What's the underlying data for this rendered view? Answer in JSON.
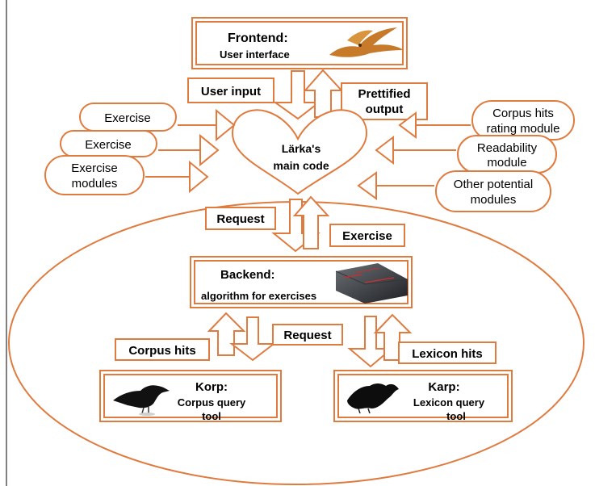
{
  "frontend": {
    "title": "Frontend:",
    "subtitle": "User interface"
  },
  "main": {
    "line1": "Lärka's",
    "line2": "main code"
  },
  "labels": {
    "user_input": "User input",
    "prettified_line1": "Prettified",
    "prettified_line2": "output",
    "request_top": "Request",
    "exercise_return": "Exercise",
    "request_bottom": "Request",
    "corpus_hits": "Corpus hits",
    "lexicon_hits": "Lexicon hits"
  },
  "left_modules": {
    "exercise_1": "Exercise",
    "exercise_2": "Exercise",
    "exercise_modules_line1": "Exercise",
    "exercise_modules_line2": "modules"
  },
  "right_modules": {
    "corpus_rating_line1": "Corpus hits",
    "corpus_rating_line2": "rating module",
    "readability_line1": "Readability",
    "readability_line2": "module",
    "other_line1": "Other potential",
    "other_line2": "modules"
  },
  "backend": {
    "title": "Backend:",
    "subtitle": "algorithm for exercises"
  },
  "korp": {
    "title": "Korp:",
    "line2": "Corpus query",
    "line3": "tool"
  },
  "karp": {
    "title": "Karp:",
    "line2": "Lexicon query",
    "line3": "tool"
  },
  "colors": {
    "accent": "#e07b3f",
    "text": "#000000",
    "background": "#ffffff"
  },
  "icons": [
    "bird-icon",
    "heart-shape",
    "circuit-board-image",
    "raven-image",
    "shadow-bird-image"
  ]
}
